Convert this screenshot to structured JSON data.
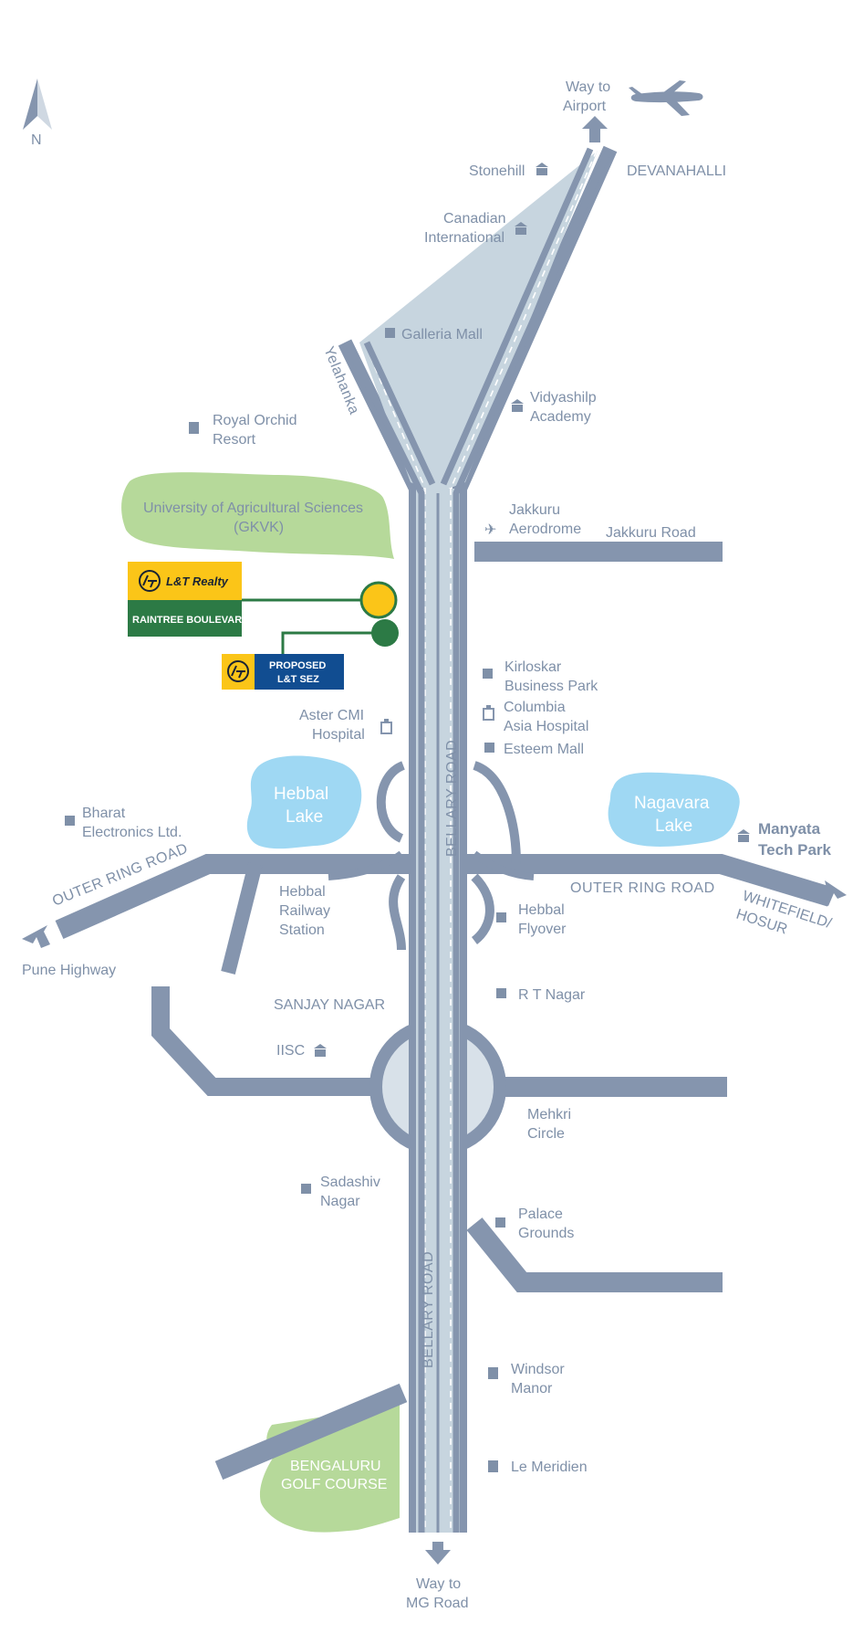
{
  "compass": {
    "label": "N"
  },
  "directions": {
    "airport": [
      "Way to",
      "Airport"
    ],
    "mg_road": [
      "Way to",
      "MG Road"
    ],
    "pune": "Pune Highway",
    "whitefield": [
      "WHITEFIELD/",
      "HOSUR"
    ]
  },
  "roads": {
    "yelahanka": "Yelahanka",
    "bellary_upper": "BELLARY ROAD",
    "bellary_lower": "BELLARY ROAD",
    "orr_west": "OUTER RING ROAD",
    "orr_east": "OUTER RING ROAD",
    "jakkuru_road": "Jakkuru Road"
  },
  "areas": {
    "devanahalli": "DEVANAHALLI",
    "sanjay_nagar": "SANJAY NAGAR"
  },
  "parks": {
    "gkvk": [
      "University of Agricultural Sciences",
      "(GKVK)"
    ],
    "golf": [
      "BENGALURU",
      "GOLF COURSE"
    ]
  },
  "lakes": {
    "hebbal": [
      "Hebbal",
      "Lake"
    ],
    "nagavara": [
      "Nagavara",
      "Lake"
    ]
  },
  "landmarks": {
    "stonehill": "Stonehill",
    "canadian": [
      "Canadian",
      "International"
    ],
    "galleria": "Galleria Mall",
    "vidyashilp": [
      "Vidyashilp",
      "Academy"
    ],
    "royal_orchid": [
      "Royal Orchid",
      "Resort"
    ],
    "jakkuru": [
      "Jakkuru",
      "Aerodrome"
    ],
    "kirloskar": [
      "Kirloskar",
      "Business Park"
    ],
    "columbia": [
      "Columbia",
      "Asia Hospital"
    ],
    "esteem": "Esteem Mall",
    "aster": [
      "Aster CMI",
      "Hospital"
    ],
    "bharat": [
      "Bharat",
      "Electronics Ltd."
    ],
    "manyata": [
      "Manyata",
      "Tech Park"
    ],
    "hebbal_railway": [
      "Hebbal",
      "Railway",
      "Station"
    ],
    "hebbal_flyover": [
      "Hebbal",
      "Flyover"
    ],
    "rt_nagar": "R T Nagar",
    "iisc": "IISC",
    "mekhri": [
      "Mehkri",
      "Circle"
    ],
    "sadashiv": [
      "Sadashiv",
      "Nagar"
    ],
    "palace": [
      "Palace",
      "Grounds"
    ],
    "windsor": [
      "Windsor",
      "Manor"
    ],
    "le_meridien": "Le Meridien"
  },
  "brands": {
    "lt_realty": "L&T Realty",
    "raintree": "RAINTREE BOULEVARD",
    "sez": [
      "PROPOSED",
      "L&T SEZ"
    ]
  },
  "colors": {
    "road": "#8595ae",
    "road_light": "#c7d5df",
    "lake": "#9fd8f3",
    "park": "#b6d99a",
    "yellow": "#fbc518",
    "green": "#2c7a45",
    "blue": "#114d91",
    "text": "#7f90a8"
  }
}
